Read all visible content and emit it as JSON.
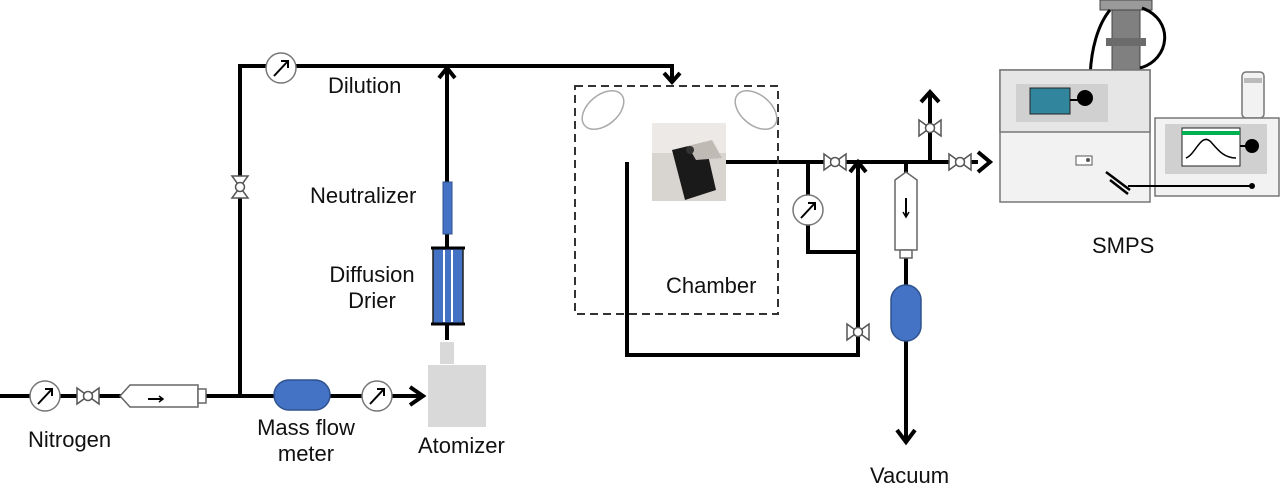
{
  "labels": {
    "nitrogen": "Nitrogen",
    "mass_flow_line1": "Mass flow",
    "mass_flow_line2": "meter",
    "atomizer": "Atomizer",
    "diffusion_line1": "Diffusion",
    "diffusion_line2": "Drier",
    "neutralizer": "Neutralizer",
    "dilution": "Dilution",
    "chamber": "Chamber",
    "vacuum": "Vacuum",
    "smps": "SMPS"
  },
  "colors": {
    "pipe": "#000000",
    "component_blue": "#4472c4",
    "atomizer_gray": "#d9d9d9",
    "smps_teal": "#31859c",
    "smps_green": "#00b050",
    "chamber_dash": "#333333"
  },
  "icons": {
    "gauge": "pressure-gauge-icon",
    "valve": "valve-icon",
    "filter": "filter-icon",
    "arrow": "flow-arrow-icon"
  }
}
